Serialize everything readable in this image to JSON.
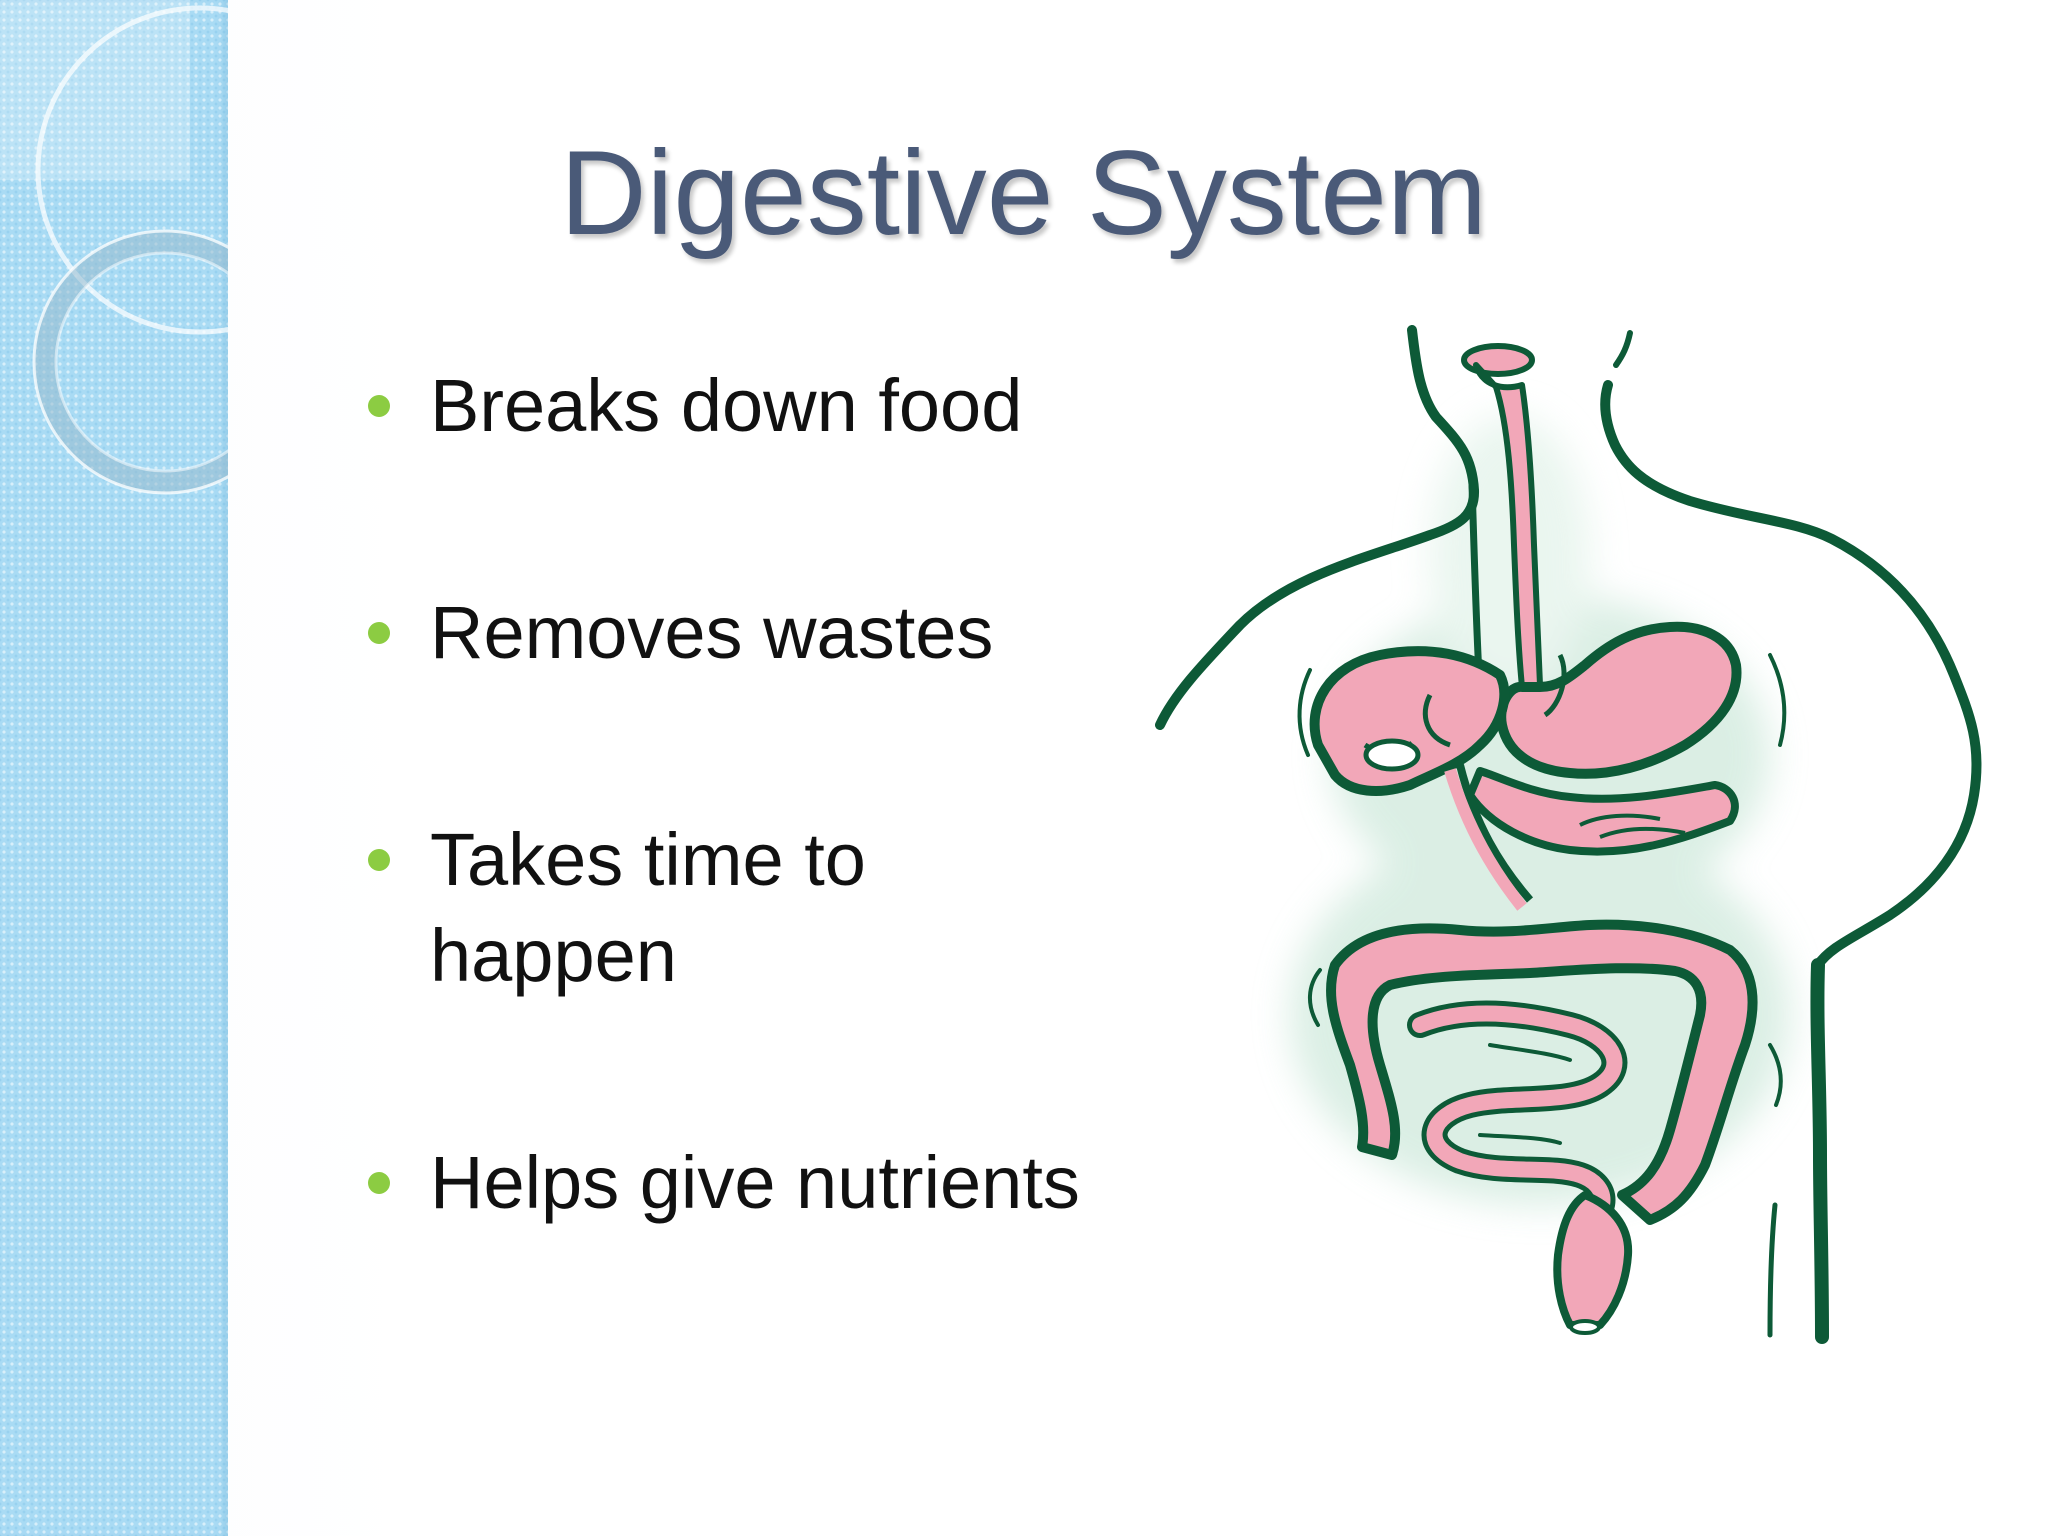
{
  "slide": {
    "title": "Digestive System",
    "bullets": [
      "Breaks down food",
      "Removes wastes",
      "Takes time to happen",
      "Helps give nutrients"
    ]
  },
  "illustration": {
    "icon": "digestive-system-illustration",
    "colors": {
      "outline": "#0d5a37",
      "organ_fill": "#f2a7b8",
      "glow": "#cfe9dc"
    }
  },
  "colors": {
    "title": "#4a5a78",
    "bullet_dot": "#8ccc42",
    "side_band": "#a9dbf4"
  }
}
